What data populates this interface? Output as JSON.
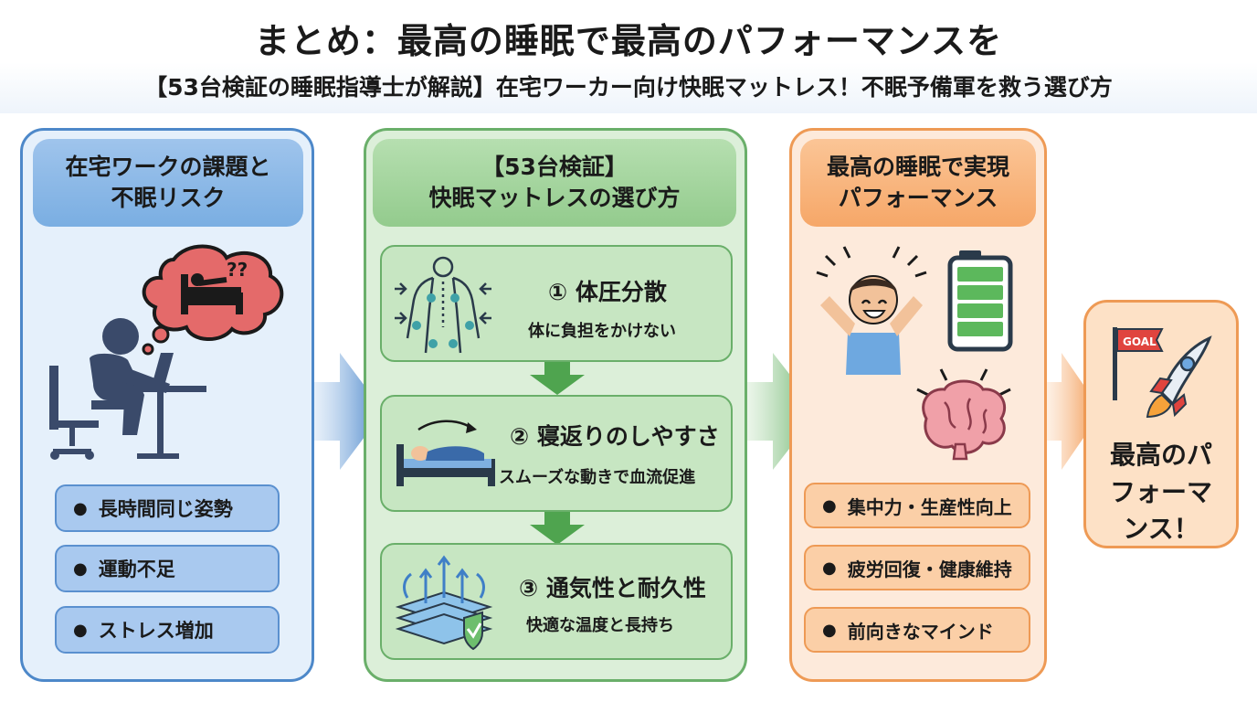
{
  "header": {
    "title": "まとめ：最高の睡眠で最高のパフォーマンスを",
    "subtitle": "【53台検証の睡眠指導士が解説】在宅ワーカー向け快眠マットレス！不眠予備軍を救う選び方"
  },
  "left_panel": {
    "title_line1": "在宅ワークの課題と",
    "title_line2": "不眠リスク",
    "thought_text": "??",
    "items": [
      {
        "label": "長時間同じ姿勢"
      },
      {
        "label": "運動不足"
      },
      {
        "label": "ストレス増加"
      }
    ]
  },
  "middle_panel": {
    "title_line1": "【53台検証】",
    "title_line2": "快眠マットレスの選び方",
    "steps": [
      {
        "title": "① 体圧分散",
        "subtitle": "体に負担をかけない"
      },
      {
        "title": "② 寝返りのしやすさ",
        "subtitle": "スムーズな動きで血流促進"
      },
      {
        "title": "③ 通気性と耐久性",
        "subtitle": "快適な温度と長持ち"
      }
    ]
  },
  "right_panel": {
    "title_line1": "最高の睡眠で実現",
    "title_line2": "パフォーマンス",
    "items": [
      {
        "label": "集中力・生産性向上"
      },
      {
        "label": "疲労回復・健康維持"
      },
      {
        "label": "前向きなマインド"
      }
    ]
  },
  "goal_panel": {
    "flag_text": "GOAL",
    "line1": "最高のパ",
    "line2": "フォーマ",
    "line3": "ンス！"
  },
  "colors": {
    "blue": "#4d88c9",
    "green": "#6aaf6a",
    "orange": "#ee9a55",
    "thought_red": "#e46a6a"
  }
}
